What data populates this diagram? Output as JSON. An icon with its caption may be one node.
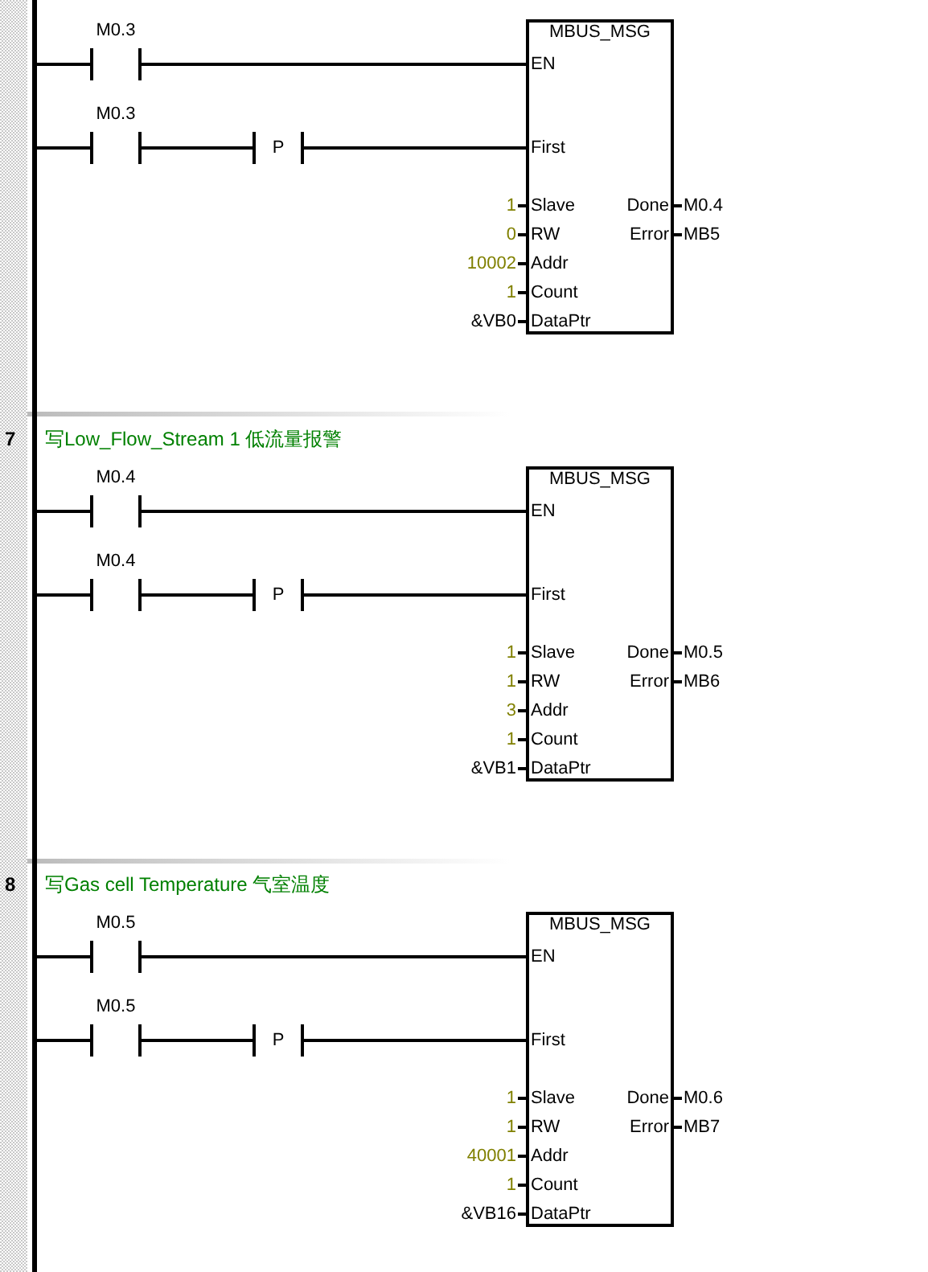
{
  "diagram": {
    "nodes": [
      {
        "text": [],
        "shape": "bar"
      },
      {
        "text": [
          "M0.3"
        ]
      },
      {
        "text": [
          "M0.3"
        ]
      },
      {
        "text": [
          "P"
        ]
      },
      {
        "text": [
          "MBUS_MSG",
          "EN",
          "First",
          "Slave",
          "RW",
          "Addr",
          "Count",
          "DataPtr",
          "Done",
          "Error"
        ],
        "beside": [
          "1",
          "0",
          "10002",
          "1",
          "&VB0",
          "M0.4",
          "MB5"
        ]
      },
      {
        "text": [
          "M0.4"
        ]
      },
      {
        "text": [
          "M0.4"
        ]
      },
      {
        "text": [
          "P"
        ]
      },
      {
        "text": [
          "MBUS_MSG",
          "EN",
          "First",
          "Slave",
          "RW",
          "Addr",
          "Count",
          "DataPtr",
          "Done",
          "Error"
        ],
        "beside": [
          "1",
          "1",
          "3",
          "1",
          "&VB1",
          "M0.5",
          "MB6"
        ]
      },
      {
        "text": [
          "M0.5"
        ]
      },
      {
        "text": [
          "M0.5"
        ]
      },
      {
        "text": [
          "P"
        ]
      },
      {
        "text": [
          "MBUS_MSG",
          "EN",
          "First",
          "Slave",
          "RW",
          "Addr",
          "Count",
          "DataPtr",
          "Done",
          "Error"
        ],
        "beside": [
          "1",
          "1",
          "40001",
          "1",
          "&VB16",
          "M0.6",
          "MB7"
        ]
      }
    ],
    "edges": [
      {
        "from": 0,
        "to": 1,
        "arrow": "none"
      },
      {
        "from": 1,
        "to": 4,
        "arrow": "none"
      },
      {
        "from": 0,
        "to": 2,
        "arrow": "none"
      },
      {
        "from": 2,
        "to": 3,
        "arrow": "none"
      },
      {
        "from": 3,
        "to": 4,
        "arrow": "none"
      },
      {
        "from": 0,
        "to": 5,
        "arrow": "none"
      },
      {
        "from": 5,
        "to": 8,
        "arrow": "none"
      },
      {
        "from": 0,
        "to": 6,
        "arrow": "none"
      },
      {
        "from": 6,
        "to": 7,
        "arrow": "none"
      },
      {
        "from": 7,
        "to": 8,
        "arrow": "none"
      },
      {
        "from": 0,
        "to": 9,
        "arrow": "none"
      },
      {
        "from": 9,
        "to": 12,
        "arrow": "none"
      },
      {
        "from": 0,
        "to": 10,
        "arrow": "none"
      },
      {
        "from": 10,
        "to": 11,
        "arrow": "none"
      },
      {
        "from": 11,
        "to": 12,
        "arrow": "none"
      }
    ],
    "labels": [
      "7",
      "写Low_Flow_Stream 1 低流量报警",
      "8",
      "写Gas cell Temperature 气室温度"
    ]
  }
}
